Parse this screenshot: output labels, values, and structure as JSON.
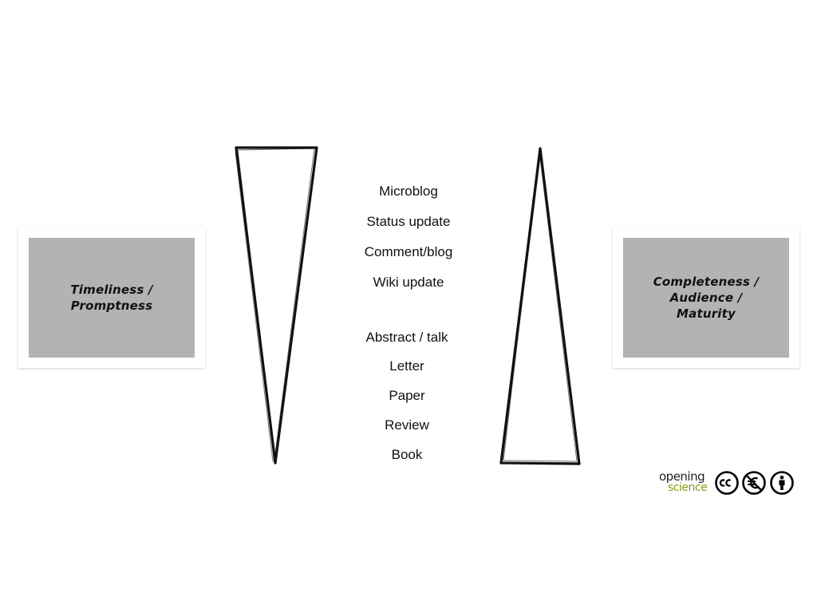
{
  "left_box": {
    "text": "Timeliness /\nPromptness"
  },
  "right_box": {
    "text": "Completeness /\nAudience /\nMaturity"
  },
  "items": [
    "Microblog",
    "Status update",
    "Comment/blog",
    "Wiki update",
    "Abstract / talk",
    "Letter",
    "Paper",
    "Review",
    "Book"
  ],
  "logo": {
    "word1": "opening",
    "word2": "science",
    "word2_color": "#8a9a1a",
    "badges": [
      "cc-icon",
      "noncommercial-icon",
      "attribution-icon"
    ]
  }
}
